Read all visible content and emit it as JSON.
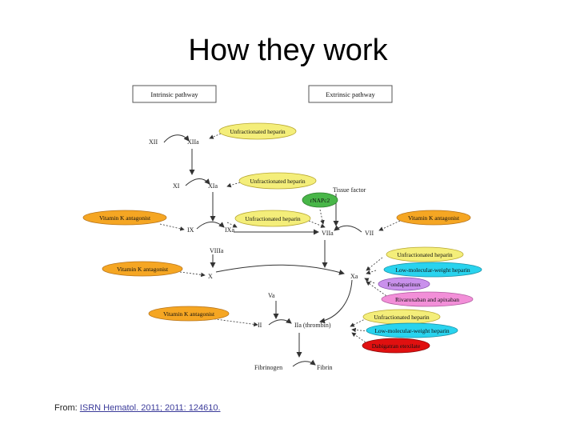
{
  "title": "How they work",
  "pathways": {
    "intrinsic": "Intrinsic pathway",
    "extrinsic": "Extrinsic pathway"
  },
  "factors": {
    "xii": "XII",
    "xiia": "XIIa",
    "xi": "XI",
    "xia": "XIa",
    "ix": "IX",
    "ixa": "IXa",
    "viiia": "VIIIa",
    "x": "X",
    "xa": "Xa",
    "va": "Va",
    "ii": "II",
    "iia": "IIa (thrombin)",
    "fibrinogen": "Fibrinogen",
    "fibrin": "Fibrin",
    "vii": "VII",
    "viia": "VIIa",
    "tissue_factor": "Tissue factor"
  },
  "drugs": {
    "ufh_1": "Unfractionated heparin",
    "ufh_2": "Unfractionated heparin",
    "ufh_3": "Unfractionated heparin",
    "ufh_4": "Unfractionated heparin",
    "ufh_5": "Unfractionated heparin",
    "rnapc2": "rNAPc2",
    "vka_1": "Vitamin K antagonist",
    "vka_2": "Vitamin K antagonist",
    "vka_3": "Vitamin K antagonist",
    "vka_4": "Vitamin K antagonist",
    "lmwh_1": "Low-molecular-weight heparin",
    "lmwh_2": "Low-molecular-weight heparin",
    "fondaparinux": "Fondaparinux",
    "rivaroxaban": "Rivaroxaban and apixaban",
    "dabigatran": "Dabigatran etexilate"
  },
  "source": {
    "prefix": "From:",
    "citation": "ISRN Hematol. 2011; 2011: 124610."
  },
  "colors": {
    "ufh": "#f4ee7a",
    "vka": "#f5a623",
    "lmwh": "#29d3ee",
    "fondaparinux": "#c991ec",
    "rivaroxaban": "#f28fd8",
    "dabigatran": "#e01010",
    "rnapc2": "#48b648"
  }
}
